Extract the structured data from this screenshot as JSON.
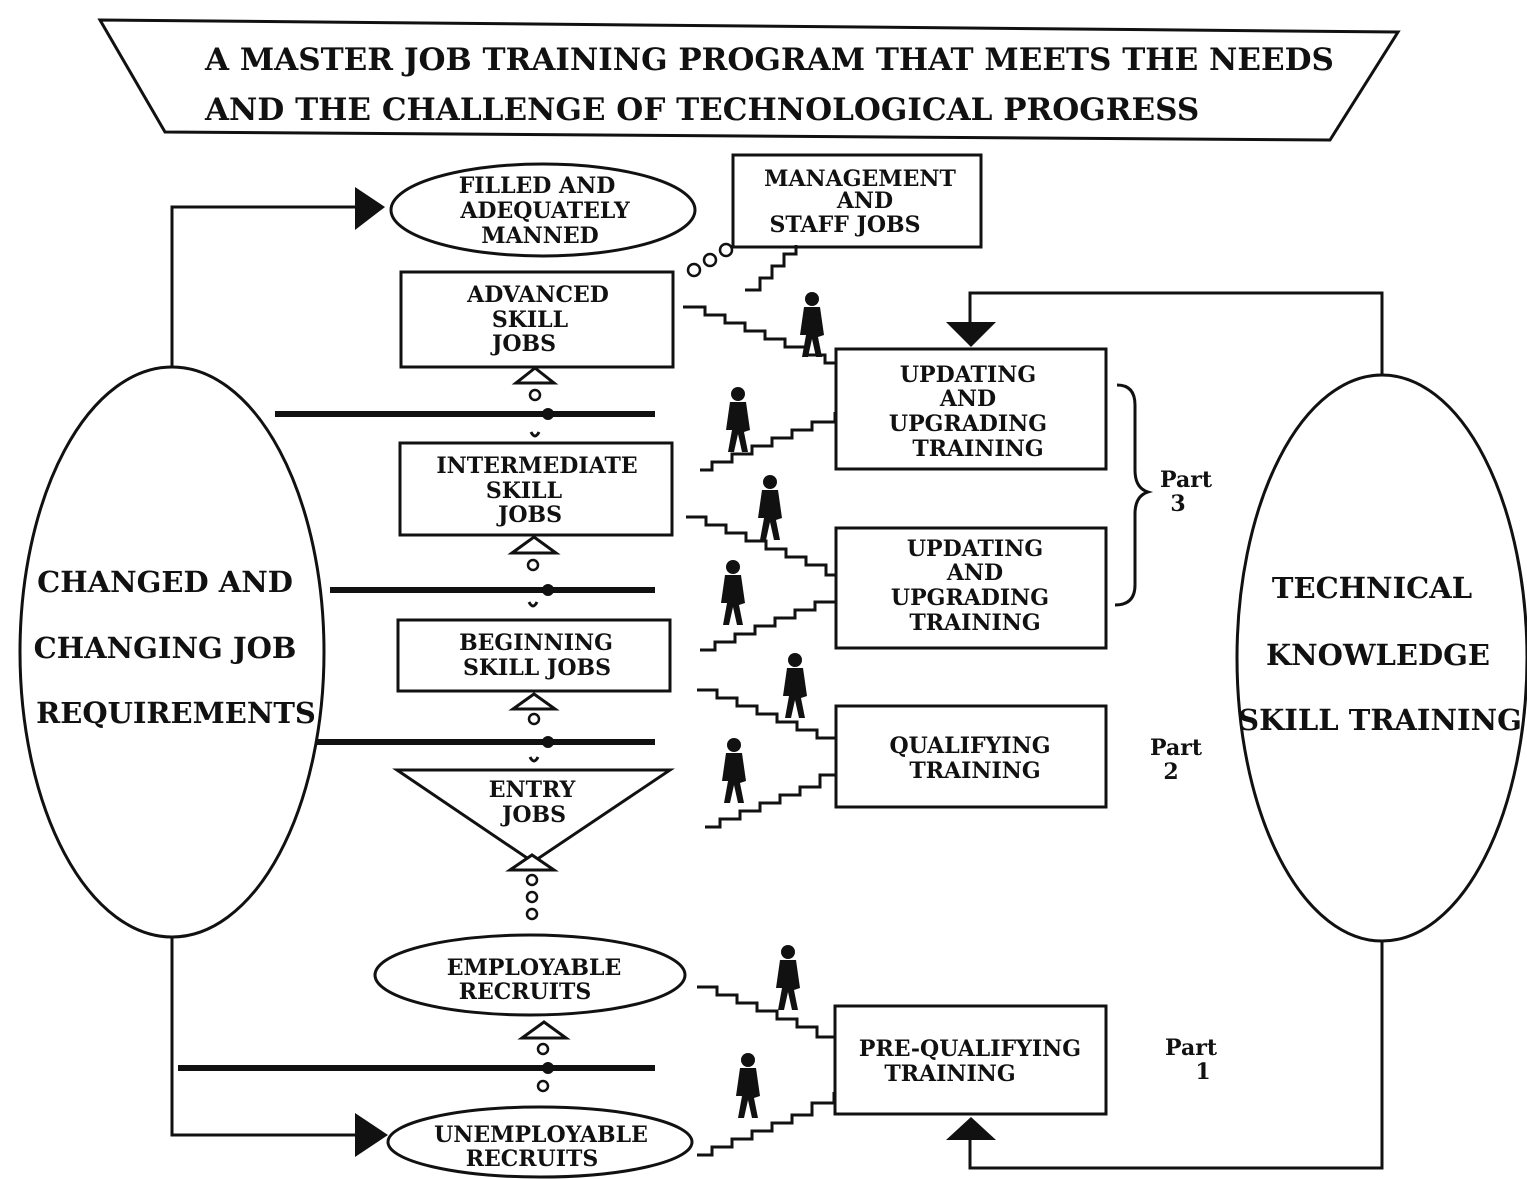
{
  "title": {
    "line1": "A MASTER JOB TRAINING PROGRAM THAT MEETS THE NEEDS",
    "line2": "AND THE CHALLENGE OF TECHNOLOGICAL PROGRESS"
  },
  "left_oval": {
    "lines": [
      "CHANGED AND",
      "CHANGING JOB",
      "REQUIREMENTS"
    ]
  },
  "right_oval": {
    "lines": [
      "TECHNICAL",
      "KNOWLEDGE",
      "SKILL TRAINING"
    ]
  },
  "jobs": {
    "filled": [
      "FILLED AND",
      "ADEQUATELY",
      "MANNED"
    ],
    "management": [
      "MANAGEMENT",
      "AND",
      "STAFF JOBS"
    ],
    "advanced": [
      "ADVANCED",
      "SKILL",
      "JOBS"
    ],
    "intermediate": [
      "INTERMEDIATE",
      "SKILL",
      "JOBS"
    ],
    "beginning": [
      "BEGINNING",
      "SKILL JOBS"
    ],
    "entry": [
      "ENTRY",
      "JOBS"
    ],
    "employable": [
      "EMPLOYABLE",
      "RECRUITS"
    ],
    "unemployable": [
      "UNEMPLOYABLE",
      "RECRUITS"
    ]
  },
  "training": {
    "updating_1": [
      "UPDATING",
      "AND",
      "UPGRADING",
      "TRAINING"
    ],
    "updating_2": [
      "UPDATING",
      "AND",
      "UPGRADING",
      "TRAINING"
    ],
    "qualifying": [
      "QUALIFYING",
      "TRAINING"
    ],
    "pre_qualifying": [
      "PRE-QUALIFYING",
      "TRAINING"
    ]
  },
  "parts": {
    "part3": [
      "Part",
      "3"
    ],
    "part2": [
      "Part",
      "2"
    ],
    "part1": [
      "Part",
      "1"
    ]
  }
}
